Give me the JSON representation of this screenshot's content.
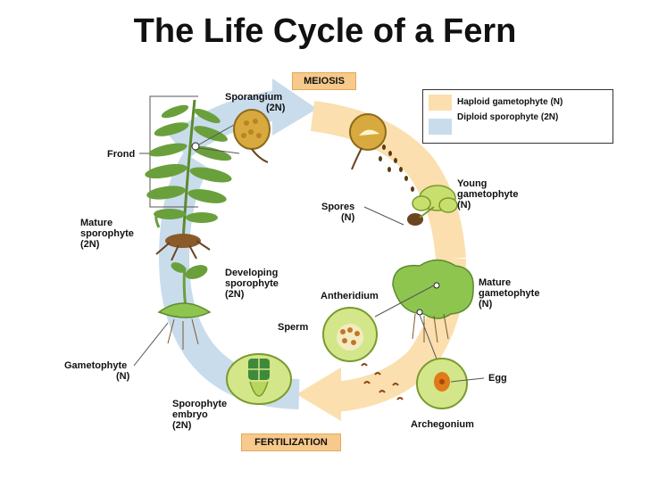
{
  "title": "The Life Cycle of a Fern",
  "stages": {
    "meiosis": "MEIOSIS",
    "fertilization": "FERTILIZATION"
  },
  "legend": {
    "haploid": "Haploid gametophyte (N)",
    "diploid": "Diploid sporophyte (2N)"
  },
  "labels": {
    "sporangium": [
      "Sporangium",
      "(2N)"
    ],
    "frond": "Frond",
    "mature_sporophyte": [
      "Mature",
      "sporophyte",
      "(2N)"
    ],
    "spores": [
      "Spores",
      "(N)"
    ],
    "young_gametophyte": [
      "Young",
      "gametophyte",
      "(N)"
    ],
    "developing_sporophyte": [
      "Developing",
      "sporophyte",
      "(2N)"
    ],
    "antheridium": "Antheridium",
    "mature_gametophyte": [
      "Mature",
      "gametophyte",
      "(N)"
    ],
    "sperm": "Sperm",
    "gametophyte": [
      "Gametophyte",
      "(N)"
    ],
    "egg": "Egg",
    "sporophyte_embryo": [
      "Sporophyte",
      "embryo",
      "(2N)"
    ],
    "archegonium": "Archegonium"
  },
  "colors": {
    "haploid": "#fbdfae",
    "diploid": "#c9dcec",
    "stage_box": "#f7c98b",
    "plant_green": "#6aa03c",
    "cell_green": "#c8df6e",
    "capsule": "#d8a93e"
  }
}
